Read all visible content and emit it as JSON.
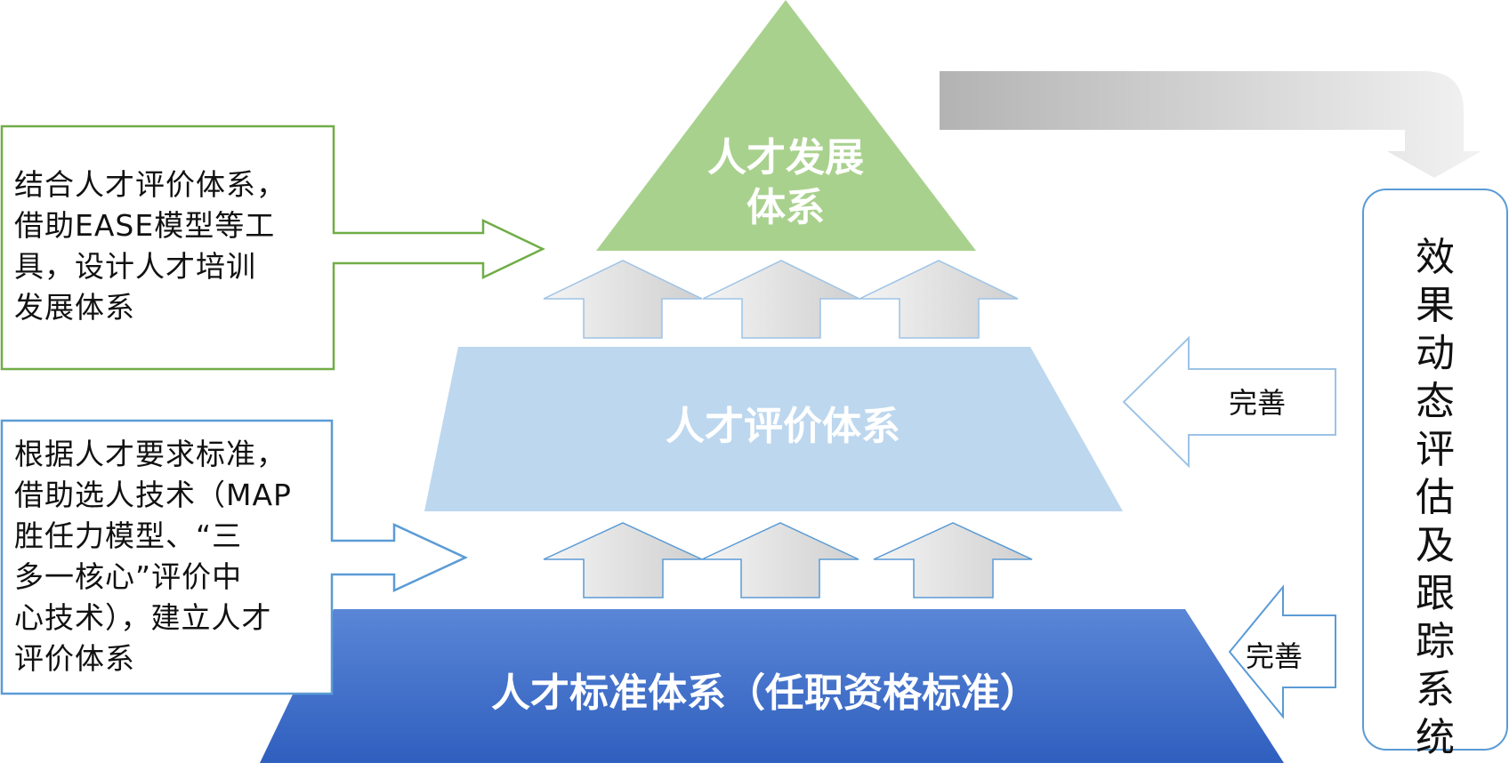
{
  "pyramid": {
    "top": "人才发展\n体系",
    "middle": "人才评价体系",
    "bottom": "人才标准体系（任职资格标准）"
  },
  "left_boxes": {
    "upper": "结合人才评价体系，\n借助EASE模型等工\n具，设计人才培训\n发展体系",
    "lower": "根据人才要求标准，\n借助选人技术（MAP\n胜任力模型、“三\n多一核心”评价中\n心技术），建立人才\n评价体系"
  },
  "right": {
    "feedback_upper": "完善",
    "feedback_lower": "完善",
    "tracking_system": "效\n果\n动\n态\n评\n估\n及\n跟\n踪\n系\n统"
  },
  "colors": {
    "top_tier": "#a9d18e",
    "middle_tier": "#bdd7ee",
    "bottom_tier": "#3d6cc4",
    "upper_callout_border": "#70ad47",
    "lower_callout_border": "#5b9bd5"
  }
}
